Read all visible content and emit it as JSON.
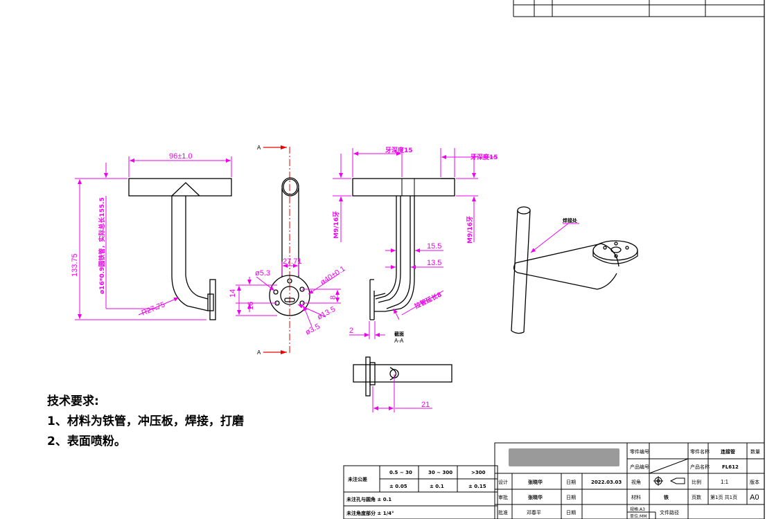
{
  "notes": {
    "title": "技术要求:",
    "items": [
      "1、材料为铁管，冲压板，焊接，打磨",
      "2、表面喷粉。"
    ]
  },
  "dimensions": {
    "width_96": "96±1.0",
    "height_133": "133.75",
    "pipe": "ø16*0.9圆铁管，实际总长155.5",
    "r27": "R27.75",
    "d27": "27.71",
    "d53": "ø5.3",
    "d40": "ø40±0.1",
    "d14": "14",
    "d16": "16",
    "d8": "8",
    "d135": "ø13.5",
    "d35": "ø3.5",
    "tooth1": "牙深度15",
    "tooth2": "牙深度15",
    "thread1": "M9/16牙",
    "thread2": "M9/16牙",
    "d155": "15.5",
    "d135b": "13.5",
    "pull": "拉管延长8",
    "d2": "2",
    "sect_label": "截面",
    "sect_aa": "A-A",
    "d21": "21",
    "weld": "焊接处",
    "sec_a_top": "A",
    "sec_a_bottom": "A"
  },
  "titleblock": {
    "part_no_label": "零件编号",
    "prod_no_label": "产品编号",
    "part_name_label": "零件名称",
    "part_name": "连接管",
    "prod_name_label": "产品名称",
    "prod_name": "FL612",
    "qty_label": "数量",
    "design_label": "设计",
    "designer": "张晓华",
    "date_label": "日期",
    "date_value": "2022.03.03",
    "view_label": "视角",
    "scale_label": "比例",
    "scale_value": "1:1",
    "version_label": "版本",
    "check_label": "审批",
    "checker": "张晓华",
    "date_label2": "日期",
    "material_label": "材料",
    "material_value": "铁",
    "pages_label": "页数",
    "pages_value": "第1页 共1页",
    "version_value": "A0",
    "approve_label": "批准",
    "approver": "邓春平",
    "date_label3": "日期",
    "spec_label": "规格:A3",
    "unit_label": "单位:MM",
    "path_label": "文件路径"
  },
  "tolerance": {
    "general_label": "未注公差",
    "r1": "0.5 ~ 30",
    "r2": "30 ~ 300",
    "r3": ">300",
    "v1": "± 0.05",
    "v2": "± 0.1",
    "v3": "± 0.15",
    "hole_label": "未注孔与圆角 ± 0.1",
    "angle_label": "未注角度部分 ± 1/4°"
  }
}
